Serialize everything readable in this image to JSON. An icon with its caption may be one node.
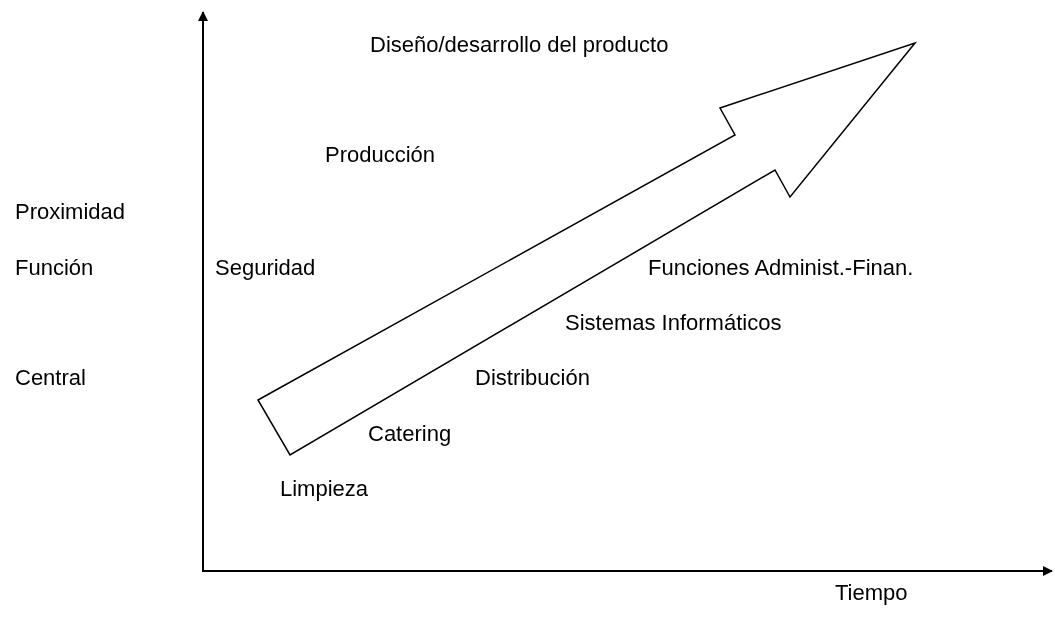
{
  "diagram": {
    "labels": [
      "Diseño/desarrollo del producto",
      "Producción",
      "Proximidad",
      "Función",
      "Seguridad",
      "Funciones Administ.-Finan.",
      "Sistemas Informáticos",
      "Central",
      "Distribución",
      "Catering",
      "Limpieza",
      "Tiempo"
    ]
  }
}
